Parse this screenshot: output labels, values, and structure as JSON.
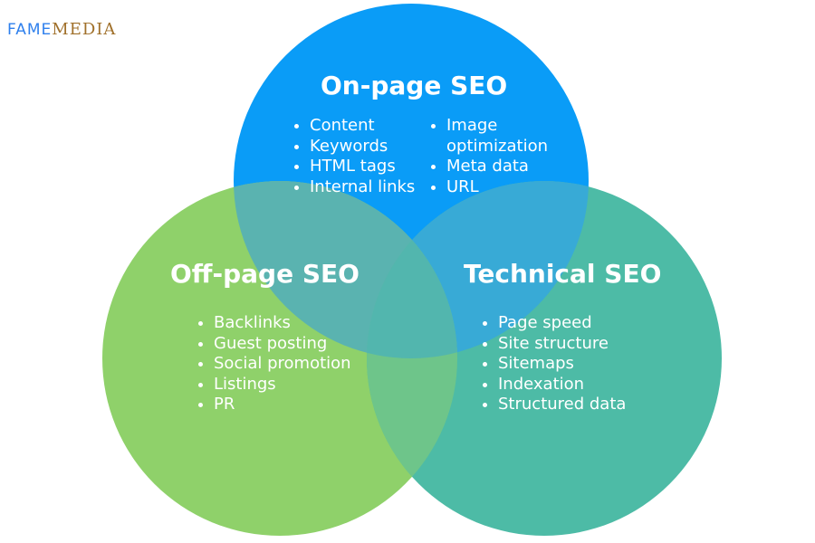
{
  "logo": {
    "part1": "FAME",
    "part2": "MEDIA"
  },
  "colors": {
    "on_page": "#0a9cf7",
    "off_page": "#8fd16a",
    "technical": "#4dbba6",
    "on_off": "#5ab3b0",
    "on_tech": "#38aad6",
    "off_tech": "#6ec58a",
    "all": "#52b6ae"
  },
  "circles": {
    "on_page": {
      "title": "On-page SEO",
      "col1": [
        "Content",
        "Keywords",
        "HTML tags",
        "Internal links"
      ],
      "col2": [
        "Image optimization",
        "Meta data",
        "URL"
      ]
    },
    "off_page": {
      "title": "Off-page SEO",
      "items": [
        "Backlinks",
        "Guest posting",
        "Social promotion",
        "Listings",
        "PR"
      ]
    },
    "technical": {
      "title": "Technical SEO",
      "items": [
        "Page speed",
        "Site structure",
        "Sitemaps",
        "Indexation",
        "Structured data"
      ]
    }
  }
}
